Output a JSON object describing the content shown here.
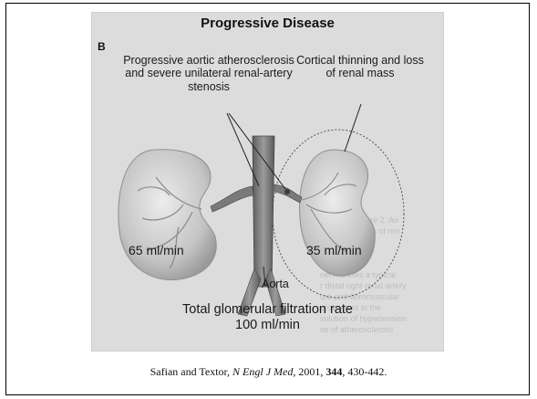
{
  "figure": {
    "title": "Progressive Disease",
    "panel_letter": "B",
    "left_description": "Progressive aortic atherosclerosis and severe unilateral renal-artery stenosis",
    "right_description": "Cortical thinning and loss of renal mass",
    "left_gfr": "65 ml/min",
    "right_gfr": "35 ml/min",
    "aorta_label": "Aorta",
    "total_label": "Total glomerular filtration rate",
    "total_value": "100 ml/min"
  },
  "citation": {
    "authors": "Safian and Textor, ",
    "journal": "N Engl J Med",
    "year": ", 2001, ",
    "volume": "344",
    "pages": ", 430-442."
  },
  "colors": {
    "background": "#dcdcdc",
    "kidney": "#c9c9c9",
    "kidney_shadow": "#a9a9a9",
    "aorta": "#7f7f7f",
    "text": "#1a1a1a"
  }
}
